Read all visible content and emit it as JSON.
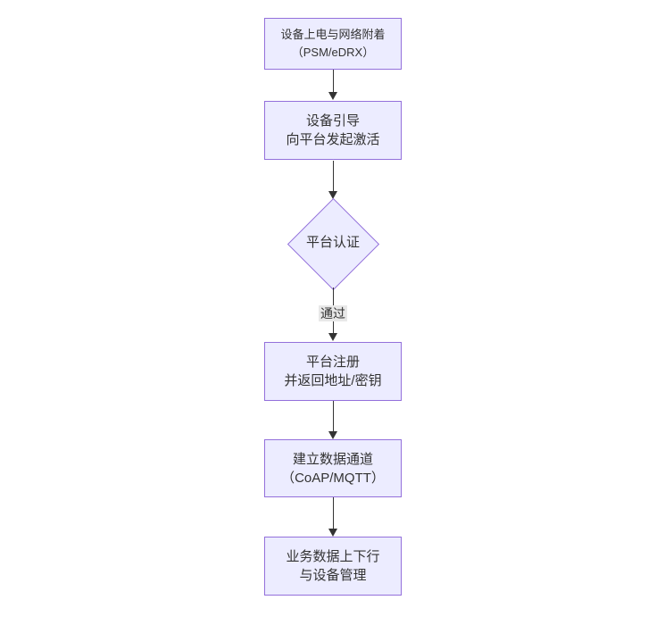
{
  "diagram": {
    "type": "flowchart",
    "direction": "top-down",
    "nodes": [
      {
        "id": "power-attach",
        "shape": "rect",
        "line1": "设备上电与网络附着",
        "line2": "（PSM/eDRX）"
      },
      {
        "id": "bootstrap",
        "shape": "rect",
        "line1": "设备引导",
        "line2": "向平台发起激活"
      },
      {
        "id": "auth",
        "shape": "diamond",
        "label": "平台认证"
      },
      {
        "id": "register",
        "shape": "rect",
        "line1": "平台注册",
        "line2": "并返回地址/密钥"
      },
      {
        "id": "data-channel",
        "shape": "rect",
        "line1": "建立数据通道",
        "line2": "（CoAP/MQTT）"
      },
      {
        "id": "service",
        "shape": "rect",
        "line1": "业务数据上下行",
        "line2": "与设备管理"
      }
    ],
    "edge_labels": {
      "auth_pass": "通过"
    },
    "colors": {
      "node_fill": "#ECECFF",
      "node_border": "#9370DB",
      "text": "#333333",
      "arrow": "#333333",
      "edge_label_bg": "#E8E8E8",
      "background": "#FFFFFF"
    }
  }
}
